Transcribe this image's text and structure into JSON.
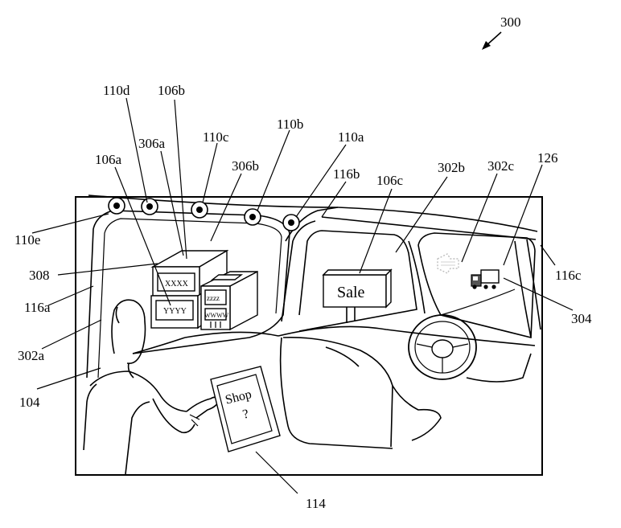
{
  "figure": {
    "number": "300",
    "labels": {
      "l110d": "110d",
      "l106b": "106b",
      "l306a": "306a",
      "l110c": "110c",
      "l110b": "110b",
      "l110a": "110a",
      "l106a": "106a",
      "l306b": "306b",
      "l116b": "116b",
      "l106c": "106c",
      "l302b": "302b",
      "l302c": "302c",
      "l126": "126",
      "l110e": "110e",
      "l308": "308",
      "l116a": "116a",
      "l302a": "302a",
      "l104": "104",
      "l116c": "116c",
      "l304": "304",
      "l114": "114"
    },
    "box_texts": {
      "xxxx": "XXXX",
      "yyyy": "YYYY",
      "zzzz": "zzzz",
      "wwww": "WWWW"
    },
    "signs": {
      "sale": "Sale",
      "shop": "Shop",
      "question": "?"
    }
  }
}
